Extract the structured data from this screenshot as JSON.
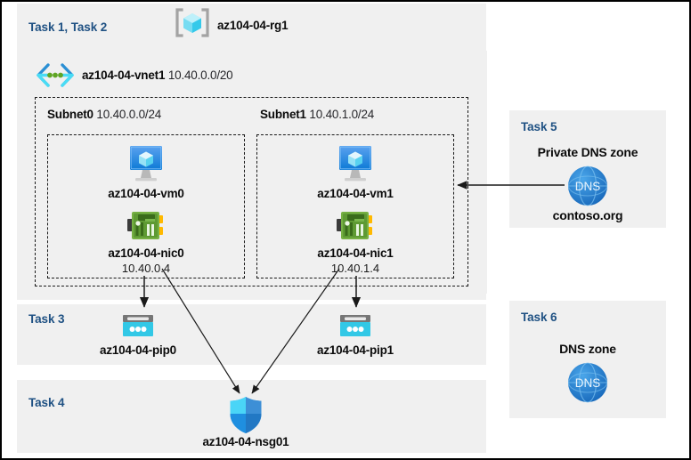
{
  "diagram": {
    "title_region": {
      "task_label": "Task 1, Task 2",
      "icon": "resource-group-icon",
      "name": "az104-04-rg1"
    },
    "vnet": {
      "icon": "virtual-network-icon",
      "name": "az104-04-vnet1",
      "address_space": "10.40.0.0/20"
    },
    "subnets": [
      {
        "name": "Subnet0",
        "cidr": "10.40.0.0/24",
        "vm": {
          "icon": "virtual-machine-icon",
          "name": "az104-04-vm0"
        },
        "nic": {
          "icon": "network-interface-icon",
          "name": "az104-04-nic0",
          "ip": "10.40.0.4"
        }
      },
      {
        "name": "Subnet1",
        "cidr": "10.40.1.0/24",
        "vm": {
          "icon": "virtual-machine-icon",
          "name": "az104-04-vm1"
        },
        "nic": {
          "icon": "network-interface-icon",
          "name": "az104-04-nic1",
          "ip": "10.40.1.4"
        }
      }
    ],
    "task3": {
      "task_label": "Task 3",
      "pip0": {
        "icon": "public-ip-address-icon",
        "name": "az104-04-pip0"
      },
      "pip1": {
        "icon": "public-ip-address-icon",
        "name": "az104-04-pip1"
      }
    },
    "task4": {
      "task_label": "Task 4",
      "nsg": {
        "icon": "network-security-group-icon",
        "name": "az104-04-nsg01"
      }
    },
    "task5": {
      "task_label": "Task 5",
      "heading": "Private DNS zone",
      "icon": "dns-zone-icon",
      "icon_text": "DNS",
      "name": "contoso.org"
    },
    "task6": {
      "task_label": "Task 6",
      "heading": "DNS zone",
      "icon": "dns-zone-icon",
      "icon_text": "DNS"
    },
    "colors": {
      "panel_background": "#f0f0f0",
      "page_background": "#ffffff",
      "task_label_blue": "#1f5183",
      "azure_blue": "#0078d4",
      "cyan": "#32c8e6",
      "nic_green": "#5e9a33",
      "nic_yellow": "#ffb900",
      "dns_blue": "#1e88d8",
      "border_black": "#1a1a1a"
    }
  }
}
